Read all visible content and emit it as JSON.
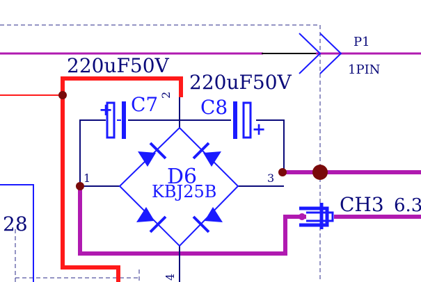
{
  "components": {
    "c7": {
      "ref": "C7",
      "value": "220uF50V"
    },
    "c8": {
      "ref": "C8",
      "value": "220uF50V"
    },
    "d6": {
      "ref": "D6",
      "part": "KBJ25B",
      "pin1": "1",
      "pin2": "2",
      "pin3": "3",
      "pin4": "4"
    },
    "p1": {
      "ref": "P1",
      "value": "1PIN"
    },
    "ch3": {
      "ref": "CH3",
      "value": "6.3"
    },
    "left_ref": {
      "text": "28"
    }
  },
  "symbols": {
    "polarity": "+"
  },
  "colors": {
    "component": "#1a1aff",
    "wire": "#0a0a7a",
    "power_net": "#ff1a1a",
    "signal_net": "#b01ab0",
    "junction": "#7a0a0a",
    "frame": "#2a2a8a"
  }
}
